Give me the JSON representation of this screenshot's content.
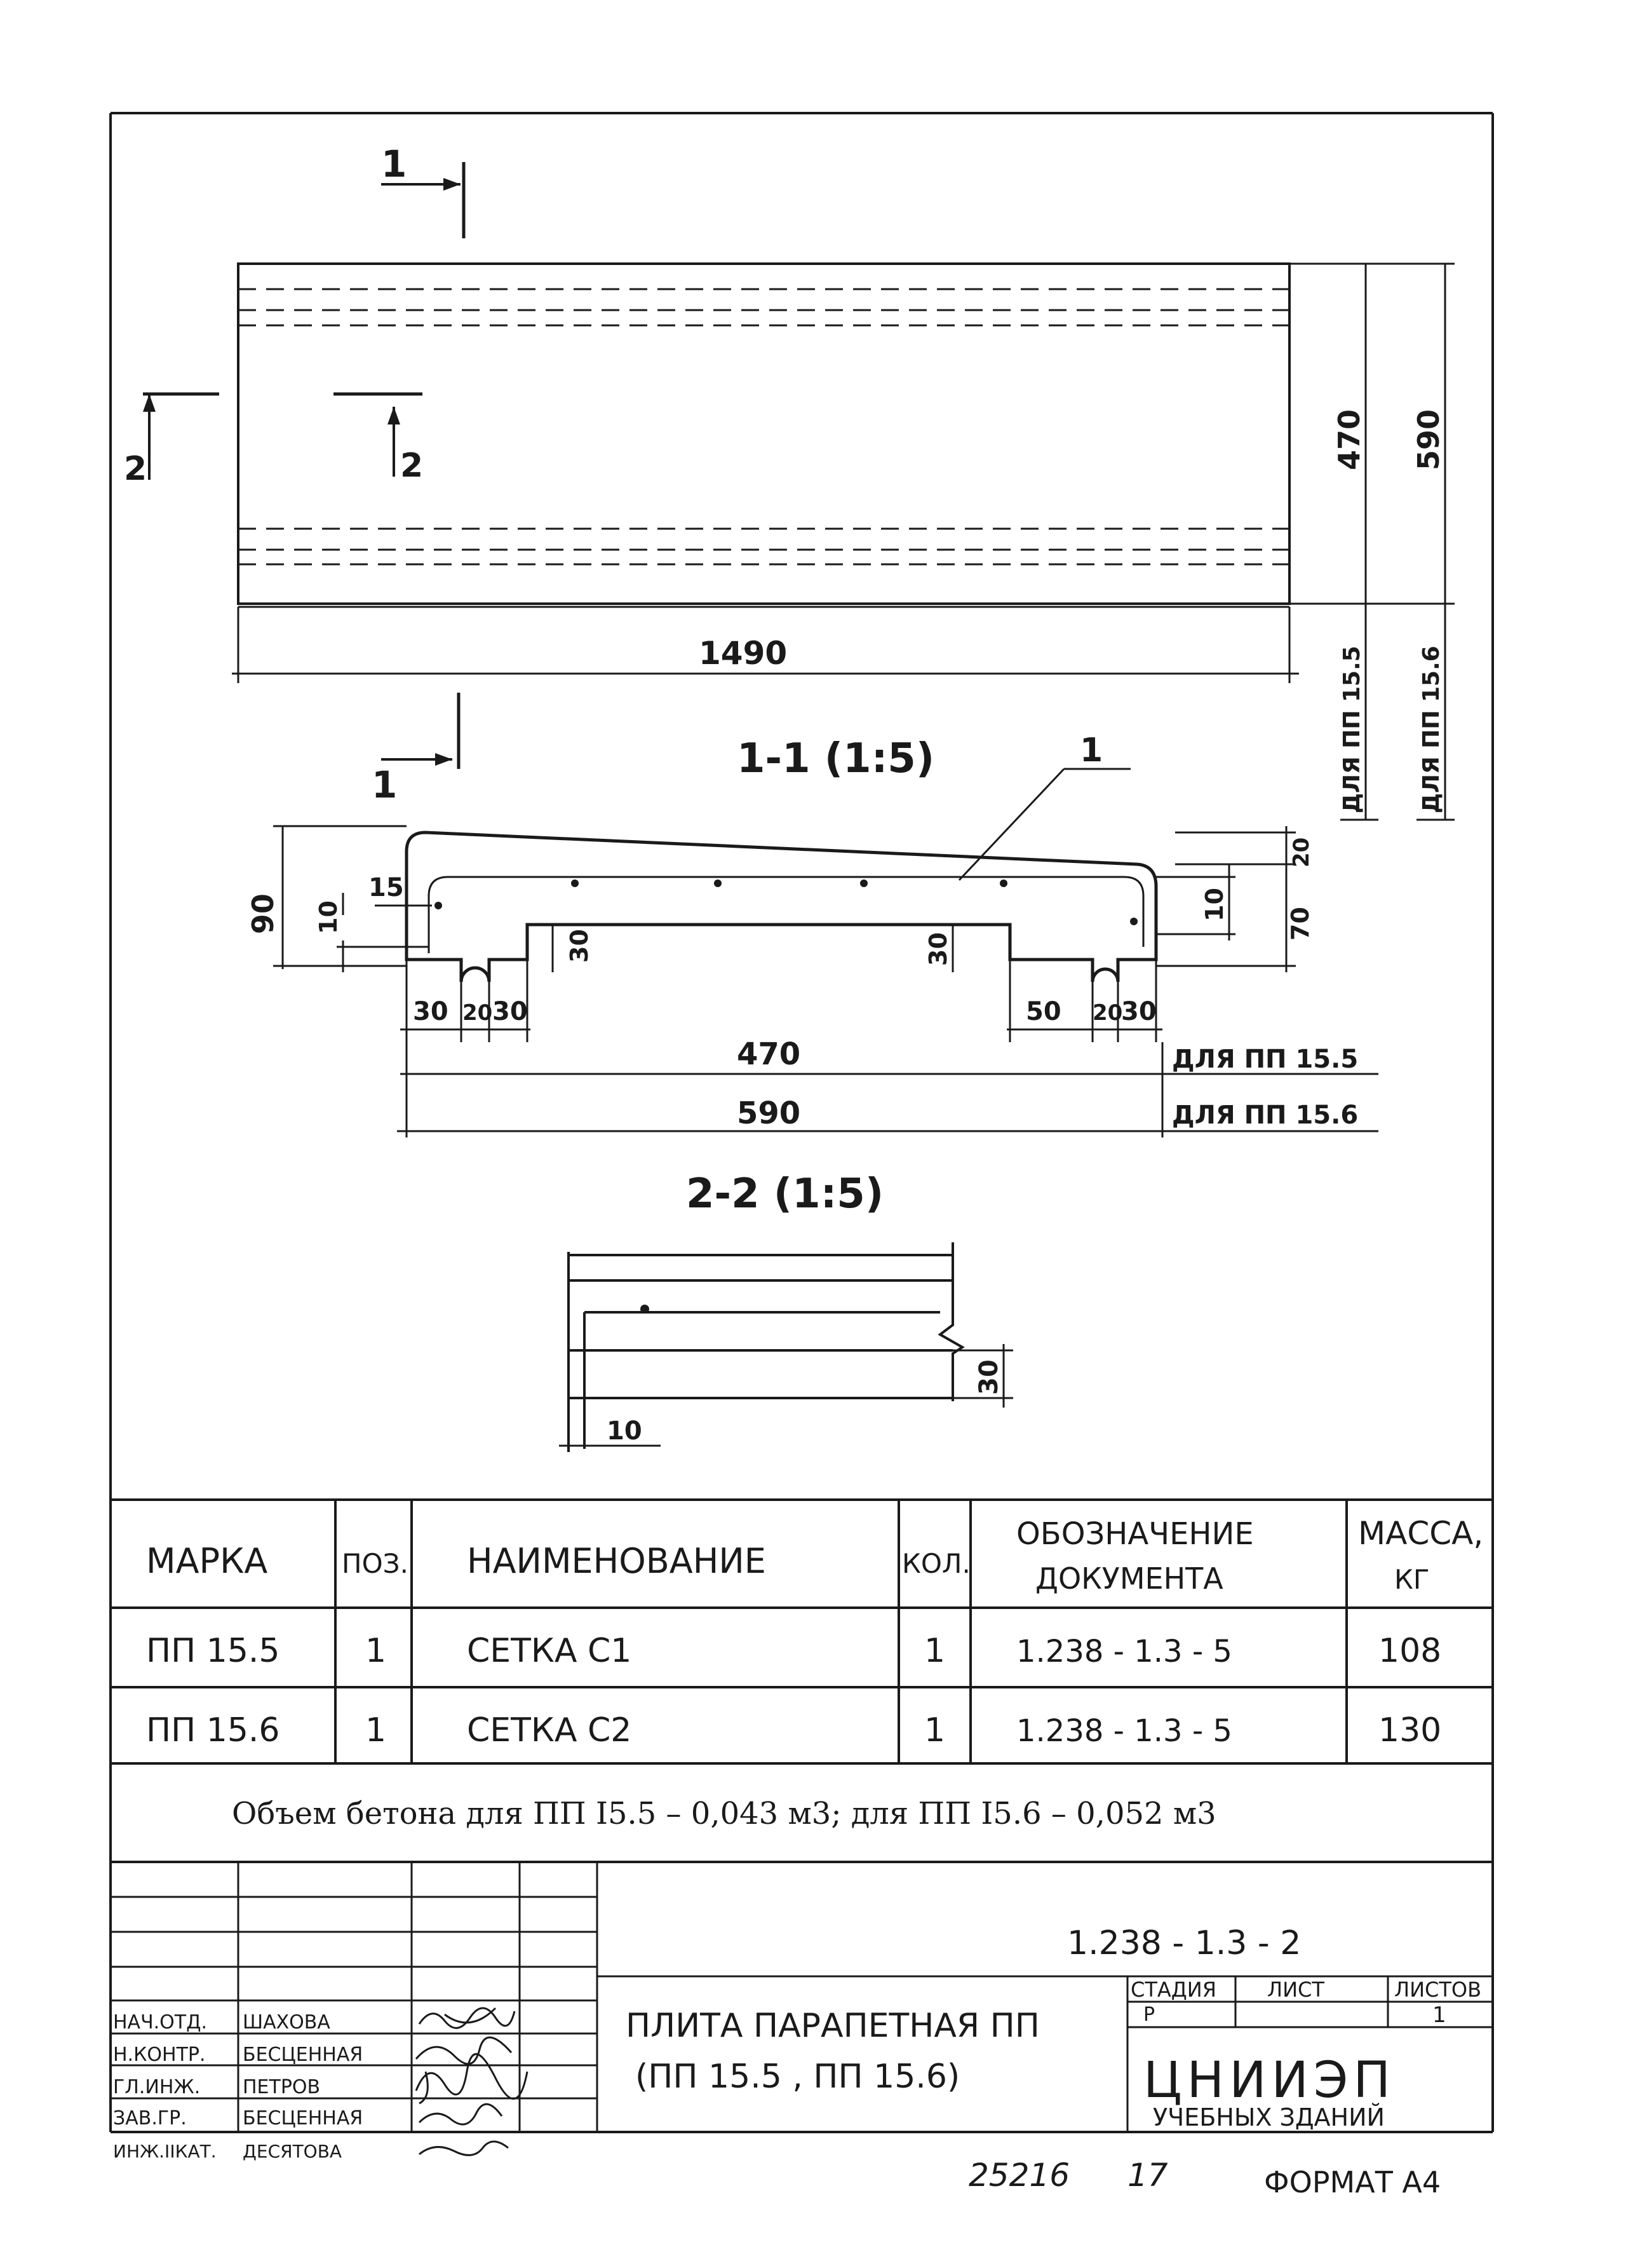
{
  "drawing": {
    "section_mark_1": "1",
    "section_mark_2": "2",
    "dim_length": "1490",
    "dim_width_a": "470",
    "dim_width_b": "590",
    "for_pp155": "ДЛЯ ПП 15.5",
    "for_pp156": "ДЛЯ ПП 15.6",
    "section1_title": "1-1 (1:5)",
    "section2_title": "2-2 (1:5)",
    "callout_1": "1",
    "dims": {
      "h90": "90",
      "d15": "15",
      "d10a": "10",
      "d30a": "30",
      "d30b": "30",
      "d20r": "20",
      "d10r": "10",
      "d70r": "70",
      "b30": "30",
      "b20": "20",
      "b30b": "30",
      "b50": "50",
      "b20b": "20",
      "b30c": "30",
      "w470": "470",
      "w590": "590",
      "s2_30": "30",
      "s2_10": "10"
    }
  },
  "spec_table": {
    "headers": {
      "mark": "МАРКА",
      "pos": "ПОЗ.",
      "name": "НАИМЕНОВАНИЕ",
      "qty": "КОЛ.",
      "doc_line1": "ОБОЗНАЧЕНИЕ",
      "doc_line2": "ДОКУМЕНТА",
      "mass_line1": "МАССА,",
      "mass_line2": "КГ"
    },
    "rows": [
      {
        "mark": "ПП 15.5",
        "pos": "1",
        "name": "СЕТКА С1",
        "qty": "1",
        "doc": "1.238 - 1.3 - 5",
        "mass": "108"
      },
      {
        "mark": "ПП 15.6",
        "pos": "1",
        "name": "СЕТКА С2",
        "qty": "1",
        "doc": "1.238 - 1.3 - 5",
        "mass": "130"
      }
    ],
    "note": "Объем бетона для ПП I5.5 – 0,043 м3; для ПП I5.6 – 0,052 м3"
  },
  "title_block": {
    "doc_code": "1.238 - 1.3 - 2",
    "title_line1": "ПЛИТА ПАРАПЕТНАЯ ПП",
    "title_line2": "(ПП 15.5 , ПП 15.6)",
    "stage_label": "СТАДИЯ",
    "sheet_label": "ЛИСТ",
    "sheets_label": "ЛИСТОВ",
    "stage_value": "Р",
    "sheets_value": "1",
    "org_line1": "ЦНИИЭП",
    "org_line2": "УЧЕБНЫХ ЗДАНИЙ",
    "staff": [
      {
        "role": "НАЧ.ОТД.",
        "name": "ШАХОВА"
      },
      {
        "role": "Н.КОНТР.",
        "name": "БЕСЦЕННАЯ"
      },
      {
        "role": "ГЛ.ИНЖ.",
        "name": "ПЕТРОВ"
      },
      {
        "role": "ЗАВ.ГР.",
        "name": "БЕСЦЕННАЯ"
      },
      {
        "role": "ИНЖ.IIКАТ.",
        "name": "ДЕСЯТОВА"
      }
    ]
  },
  "footer": {
    "archive_no": "25216",
    "page_no": "17",
    "format": "ФОРМАТ А4"
  }
}
